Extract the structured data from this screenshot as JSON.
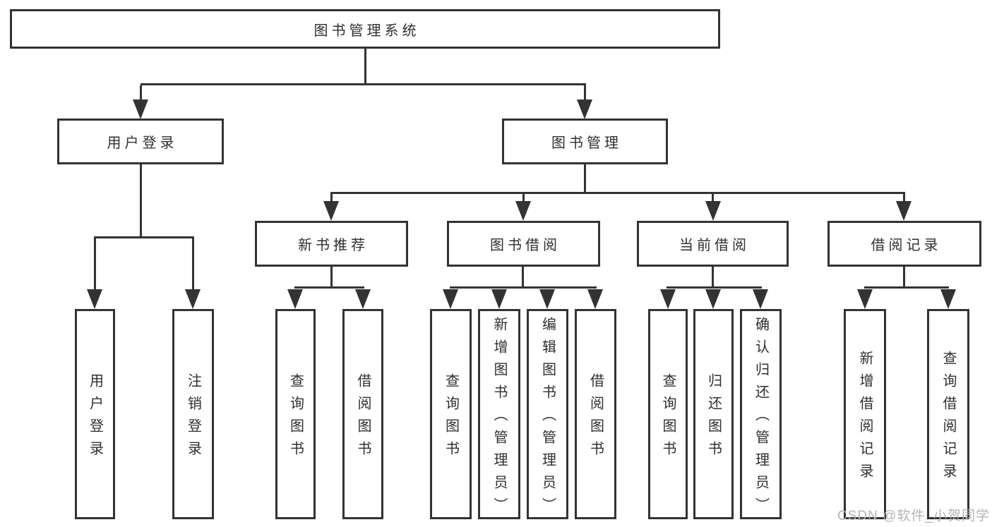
{
  "diagram": {
    "root": "图书管理系统",
    "level2": [
      "用户登录",
      "图书管理"
    ],
    "level3": [
      "新书推荐",
      "图书借阅",
      "当前借阅",
      "借阅记录"
    ],
    "level4": {
      "user_login": [
        "用户登录",
        "注销登录"
      ],
      "new_book_recommend": [
        "查询图书",
        "借阅图书"
      ],
      "book_borrow": [
        "查询图书",
        "新增图书（管理员）",
        "编辑图书（管理员）",
        "借阅图书"
      ],
      "current_borrow": [
        "查询图书",
        "归还图书",
        "确认归还（管理员）"
      ],
      "borrow_record": [
        "新增借阅记录",
        "查询借阅记录"
      ]
    }
  },
  "watermark": {
    "text": "CSDN @软件_小贺同学",
    "color": "#b4b4b4"
  },
  "colors": {
    "line": "#333333",
    "text": "#2f2f2f",
    "background": "#ffffff"
  }
}
